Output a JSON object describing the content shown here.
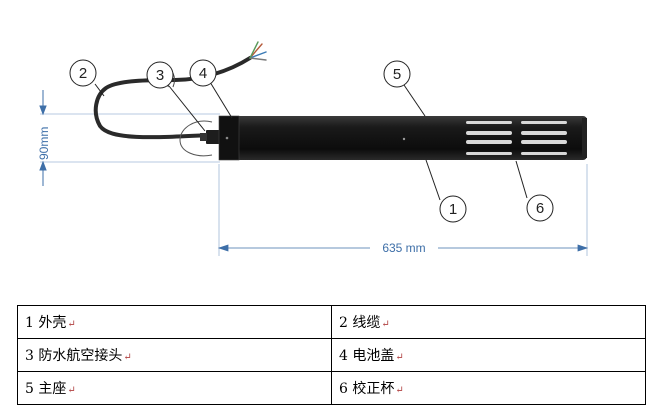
{
  "diagram": {
    "callouts": [
      {
        "id": "c1",
        "label": "1"
      },
      {
        "id": "c2",
        "label": "2"
      },
      {
        "id": "c3",
        "label": "3"
      },
      {
        "id": "c4",
        "label": "4"
      },
      {
        "id": "c5",
        "label": "5"
      },
      {
        "id": "c6",
        "label": "6"
      }
    ],
    "height_dimension": "90mm",
    "length_dimension": "635 mm"
  },
  "parts_table": {
    "rows": [
      [
        {
          "num": "1",
          "name": "外壳"
        },
        {
          "num": "2",
          "name": "线缆"
        }
      ],
      [
        {
          "num": "3",
          "name": "防水航空接头"
        },
        {
          "num": "4",
          "name": "电池盖"
        }
      ],
      [
        {
          "num": "5",
          "name": "主座"
        },
        {
          "num": "6",
          "name": "校正杯"
        }
      ]
    ],
    "paragraph_mark": "↵"
  },
  "colors": {
    "dimension": "#3e6fa8",
    "body": "#151515",
    "cable": "#2a2a2a"
  }
}
